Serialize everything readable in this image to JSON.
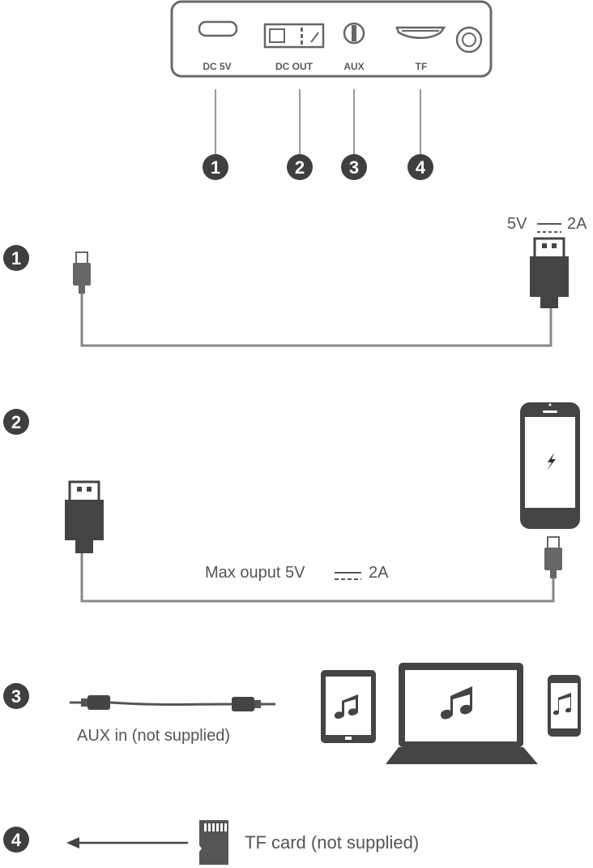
{
  "device": {
    "ports": [
      {
        "label": "DC 5V",
        "number": "1"
      },
      {
        "label": "DC OUT",
        "number": "2"
      },
      {
        "label": "AUX",
        "number": "3"
      },
      {
        "label": "TF",
        "number": "4"
      }
    ]
  },
  "sections": [
    {
      "number": "1",
      "rating_v": "5V",
      "rating_a": "2A"
    },
    {
      "number": "2",
      "caption_pre": "Max ouput 5V",
      "caption_post": "2A"
    },
    {
      "number": "3",
      "caption": "AUX in (not supplied)"
    },
    {
      "number": "4",
      "caption": "TF card (not supplied)"
    }
  ],
  "colors": {
    "dark": "#444444",
    "mid": "#666666",
    "line": "#888888",
    "badge": "#3f3f3f"
  }
}
